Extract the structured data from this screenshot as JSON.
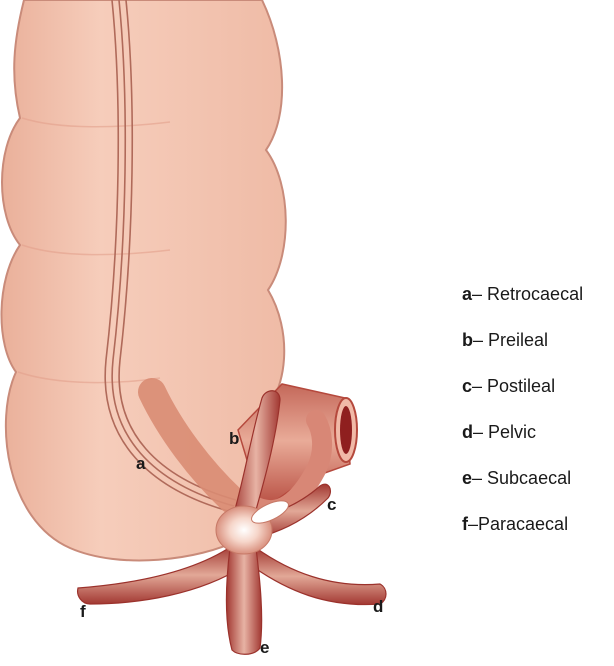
{
  "diagram": {
    "colors": {
      "colon_fill": "#f4c6b2",
      "colon_outline": "#c98b7a",
      "appendix_dark": "#a63a33",
      "appendix_mid": "#d88776",
      "appendix_light": "#fbe7df",
      "retro_appendix": "#d98c73",
      "ileum_lumen": "#8f1f1f"
    },
    "points": [
      {
        "id": "a",
        "label": "a"
      },
      {
        "id": "b",
        "label": "b"
      },
      {
        "id": "c",
        "label": "c"
      },
      {
        "id": "d",
        "label": "d"
      },
      {
        "id": "e",
        "label": "e"
      },
      {
        "id": "f",
        "label": "f"
      }
    ]
  },
  "legend": [
    {
      "key": "a",
      "text": "– Retrocaecal"
    },
    {
      "key": "b",
      "text": "– Preileal"
    },
    {
      "key": "c",
      "text": "– Postileal"
    },
    {
      "key": "d",
      "text": "– Pelvic"
    },
    {
      "key": "e",
      "text": "– Subcaecal"
    },
    {
      "key": "f",
      "text": "–Paracaecal"
    }
  ]
}
